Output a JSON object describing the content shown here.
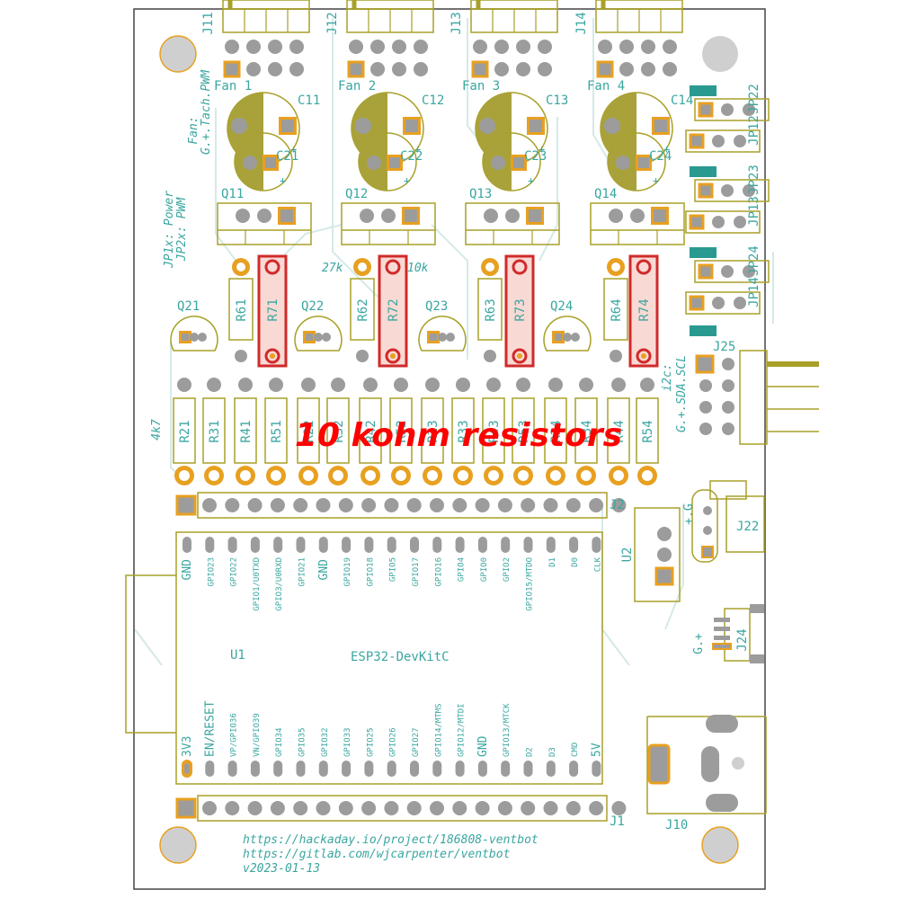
{
  "board": {
    "fans": [
      {
        "header": "J11",
        "label": "Fan 1",
        "cap_big": "C11",
        "cap_small": "C21",
        "mosfet": "Q11",
        "transistor": "Q21"
      },
      {
        "header": "J12",
        "label": "Fan 2",
        "cap_big": "C12",
        "cap_small": "C22",
        "mosfet": "Q12",
        "transistor": "Q22"
      },
      {
        "header": "J13",
        "label": "Fan 3",
        "cap_big": "C13",
        "cap_small": "C23",
        "mosfet": "Q13",
        "transistor": "Q23"
      },
      {
        "header": "J14",
        "label": "Fan 4",
        "cap_big": "C14",
        "cap_small": "C24",
        "mosfet": "Q14",
        "transistor": "Q24"
      }
    ],
    "fan_note": [
      "Fan:",
      "G.+.Tach.PWM"
    ],
    "jp_note": [
      "JP1x: Power",
      "JP2x: PWM"
    ],
    "jumpers": [
      "JP22",
      "JP12",
      "JP23",
      "JP13",
      "JP24",
      "JP14"
    ],
    "vertical_resistors": [
      {
        "ref": "R61",
        "highlight": false
      },
      {
        "ref": "R71",
        "highlight": true
      },
      {
        "ref": "R62",
        "highlight": false
      },
      {
        "ref": "R72",
        "highlight": true
      },
      {
        "ref": "R63",
        "highlight": false
      },
      {
        "ref": "R73",
        "highlight": true
      },
      {
        "ref": "R64",
        "highlight": false
      },
      {
        "ref": "R74",
        "highlight": true
      }
    ],
    "value_27k": "27k",
    "value_10k": "10k",
    "value_4k7": "4k7",
    "resistor_row": [
      "R21",
      "R31",
      "R41",
      "R51",
      "R22",
      "R32",
      "R42",
      "R52",
      "R23",
      "R33",
      "R43",
      "R53",
      "R24",
      "R34",
      "R44",
      "R54"
    ],
    "j25": {
      "ref": "J25",
      "note": [
        "i2c:",
        "G.+.SDA.SCL"
      ]
    },
    "j2": "J2",
    "j1": "J1",
    "j22": "J22",
    "j22_note": "+.G",
    "j24": "J24",
    "j24_note": "G.+",
    "u2": "U2",
    "j10": "J10",
    "u1": "U1",
    "module": "ESP32-DevKitC",
    "top_pins": [
      "GND",
      "GPIO23",
      "GPIO22",
      "GPIO1/U0TXD",
      "GPIO3/U0RXD",
      "GPIO21",
      "GND",
      "GPIO19",
      "GPIO18",
      "GPIO5",
      "GPIO17",
      "GPIO16",
      "GPIO4",
      "GPIO0",
      "GPIO2",
      "GPIO15/MTDO",
      "D1",
      "D0",
      "CLK"
    ],
    "bottom_pins": [
      "3V3",
      "EN/RESET",
      "VP/GPIO36",
      "VN/GPIO39",
      "GPIO34",
      "GPIO35",
      "GPIO32",
      "GPIO33",
      "GPIO25",
      "GPIO26",
      "GPIO27",
      "GPIO14/MTMS",
      "GPIO12/MTDI",
      "GND",
      "GPIO13/MTCK",
      "D2",
      "D3",
      "CMD",
      "5V"
    ],
    "footer": [
      "https://hackaday.io/project/186808-ventbot",
      "https://gitlab.com/wjcarpenter/ventbot",
      "v2023-01-13"
    ]
  },
  "annotation": "10 kohm resistors",
  "colors": {
    "silk": "#3aa6a0",
    "outline": "#a8a028",
    "pad": "#e8a020",
    "hole": "#9c9c9c",
    "mount": "#cfcfcf",
    "cap_fill": "#a9a23a",
    "highlight_fill": "#f9d9d4",
    "highlight_edge": "#d02a2a",
    "trace": "#d4eae8",
    "annotation": "#ff0000"
  }
}
